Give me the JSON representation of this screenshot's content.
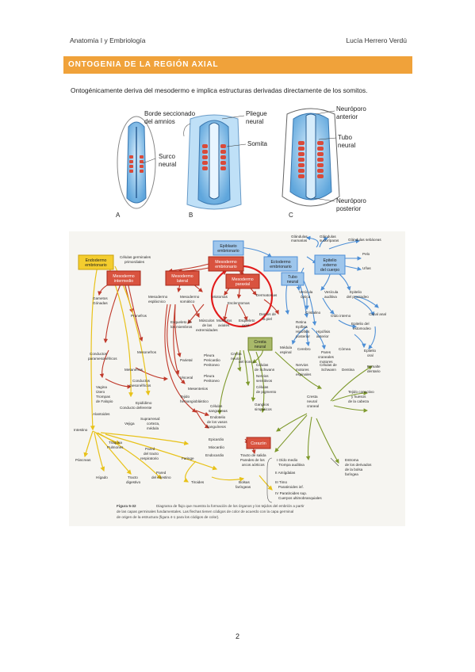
{
  "header": {
    "left": "Anatomía I y Embriología",
    "right": "Lucía Herrero Verdú"
  },
  "section_title": "ONTOGENIA DE LA REGIÓN AXIAL",
  "intro_text": "Ontogénicamente deriva del mesodermo e implica estructuras derivadas directamente de los somitos.",
  "embryo_figure": {
    "labels": {
      "borde": "Borde seccionado",
      "amnios": "del amnios",
      "pliegue": "Pliegue",
      "neural": "neural",
      "somita": "Somita",
      "surco": "Surco",
      "surco2": "neural",
      "neuroporo_ant": "Neuróporo",
      "anterior": "anterior",
      "tubo": "Tubo",
      "tubo2": "neural",
      "neuroporo_post": "Neuróporo",
      "posterior": "posterior",
      "panel_a": "A",
      "panel_b": "B",
      "panel_c": "C"
    }
  },
  "flowchart": {
    "nodes": {
      "epiblasto": "Epiblasto",
      "epiblasto2": "embrionario",
      "endodermo": "Endodermo",
      "endodermo2": "embrionario",
      "celulas_germ": "Células germinales",
      "celulas_germ2": "primordiales",
      "mesodermo_emb": "Mesodermo",
      "mesodermo_emb2": "embrionario",
      "ectodermo_emb": "Ectodermo",
      "ectodermo_emb2": "embrionario",
      "glandulas_mam": "Glándulas",
      "glandulas_mam2": "mamarias",
      "glandulas_sud": "Glándulas",
      "glandulas_sud2": "sudoríparas",
      "glandulas_seb": "Glándulas sebáceas",
      "epitelio_ext": "Epitelio",
      "epitelio_ext2": "externo",
      "epitelio_ext3": "del cuerpo",
      "pelo": "Pelo",
      "unas": "Uñas",
      "meso_inter": "Mesodermo",
      "meso_inter2": "intermedio",
      "meso_lat": "Mesodermo",
      "meso_lat2": "lateral",
      "meso_par": "Mesodermo",
      "meso_par2": "paraxial",
      "tubo_neural": "Tubo",
      "tubo_neural2": "neural",
      "gametos": "Gametos",
      "gonadas": "Gónadas",
      "meso_espl": "Mesodermo",
      "meso_espl2": "esplácnico",
      "meso_som": "Mesodermo",
      "meso_som2": "somático",
      "miotomas": "Miotomas",
      "esclerotomas": "Esclerotomas",
      "dermatomas": "Dermatomas",
      "dermis": "Dermis de",
      "dermis2": "la piel",
      "vesicula_opt": "Vesícula",
      "vesicula_opt2": "óptica",
      "vesicula_aud": "Vesícula",
      "vesicula_aud2": "auditiva",
      "epitelio_proc": "Epitelio",
      "epitelio_proc2": "del proctodeo",
      "oido": "Oído interno",
      "canal_anal": "Canal anal",
      "cristalino": "Cristalino",
      "retina": "Retina",
      "epifisis": "Epífisis",
      "hipofisis_post": "Hipófisis",
      "hipofisis_post2": "posterior",
      "hipofisis_ant": "Hipófisis",
      "hipofisis_ant2": "anterior",
      "epitelio_estom": "Epitelio del",
      "epitelio_estom2": "estomodeo",
      "pronefros": "Pronefros",
      "esqueleto_miem": "Esqueleto de",
      "esqueleto_miem2": "los miembros",
      "musculos_ext": "Músculos",
      "musculos_ext2": "de las",
      "musculos_ext3": "extremidades",
      "musculos_ax": "Músculos",
      "musculos_ax2": "axiales",
      "esqueleto_ax": "Esqueleto",
      "esqueleto_ax2": "axial",
      "cresta": "Cresta",
      "cresta2": "neural",
      "cerebro": "Cerebro",
      "medula": "Médula",
      "medula2": "espinal",
      "pares": "Pares",
      "pares2": "craneales",
      "pares3": "motores",
      "cornea": "Córnea",
      "epitelio_oral": "Epitelio",
      "epitelio_oral2": "oral",
      "conductos_param": "Conductos",
      "conductos_param2": "paramesonéfricos",
      "mesonefros": "Mesonefros",
      "metanefros": "Metanefros",
      "parietal": "Parietal",
      "pleura_par": "Pleura",
      "pericardio": "Pericardio",
      "peritoneo_par": "Peritoneo",
      "cresta_tronco": "Cresta",
      "cresta_tronco2": "neural",
      "cresta_tronco3": "del tronco",
      "cel_schwann": "Células",
      "cel_schwann2": "de Schwann",
      "nervios_motores": "Nervios",
      "nervios_motores2": "motores",
      "nervios_motores3": "espinales",
      "cel_schwann_b": "Células de",
      "cel_schwann_b2": "Schwann",
      "nervios_sens": "Nervios",
      "nervios_sens2": "sensitivos",
      "cel_pigmento": "Células",
      "cel_pigmento2": "de pigmento",
      "ganglios": "Ganglios",
      "ganglios2": "simpáticos",
      "visceral": "Visceral",
      "pleura_visc": "Pleura",
      "peritoneo_visc": "Peritoneo",
      "mesenterios": "Mesenterios",
      "vagina": "Vagina",
      "utero": "Útero",
      "trompas": "Trompas",
      "trompas2": "de Falopio",
      "conductos_meso": "Conductos",
      "conductos_meso2": "mesonéfricos",
      "epididimo": "Epidídimo",
      "conducto_def": "Conducto deferente",
      "alantoides": "Alantoides",
      "vejiga": "Vejiga",
      "suprarrenal": "Suprarrenal:",
      "suprarrenal2": "corteza,",
      "suprarrenal3": "médula",
      "tejido_hem": "Tejido",
      "tejido_hem2": "hemangioblástico",
      "cel_sang": "Células",
      "cel_sang2": "sanguíneas",
      "endotelio": "Endotelio",
      "endotelio2": "de los vasos",
      "endotelio3": "sanguíneos",
      "cresta_craneal": "Cresta",
      "cresta_craneal2": "neural",
      "cresta_craneal3": "craneal",
      "dentina": "Dentina",
      "esmalte": "Esmalte",
      "esmalte2": "dentario",
      "tejido_conectivo": "Tejido conectivo",
      "tejido_conectivo2": "y huesos",
      "tejido_conectivo3": "de la cabeza",
      "intestino": "Intestino",
      "traquea": "Tráquea",
      "pulmones": "Pulmones",
      "pared_resp": "Pared",
      "pared_resp2": "del tracto",
      "pared_resp3": "respiratorio",
      "faringe": "Faringe",
      "epicardio": "Epicardio",
      "miocardio": "Miocardio",
      "endocardio": "Endocardio",
      "corazon": "Corazón",
      "tracto_salida": "Tracto de salida",
      "paredes_arcos": "Paredes de los",
      "paredes_arcos2": "arcos aórticos",
      "pancreas": "Páncreas",
      "higado": "Hígado",
      "tracto_dig": "Tracto",
      "tracto_dig2": "digestivo",
      "pared_int": "Pared",
      "pared_int2": "del intestino",
      "tiroides": "Tiroides",
      "bolsas": "Bolsas",
      "bolsas2": "faríngeas",
      "oido_medio": "I Oído medio",
      "trompa_aud": "Trompa auditiva",
      "amigdalas": "II Amígdalas",
      "timo": "III Timo",
      "paratiroides_inf": "Paratiroides inf.",
      "paratiroides_sup": "IV Paratiroides sup.",
      "cuerpos": "Cuerpos ultimobranquiales",
      "estroma": "Estroma",
      "estroma2": "de los derivados",
      "estroma3": "de la bolsa",
      "estroma4": "faríngea"
    },
    "caption": {
      "label": "Figura 5-32",
      "line1": "Diagrama de flujo que muestra la formación de los órganos y los tejidos del embrión a partir",
      "line2": "de las capas germinales fundamentales. Las flechas tienen códigos de color de acuerdo con la capa germinal",
      "line3": "de origen de la estructura (figura 4-1 para los códigos de color)."
    },
    "colors": {
      "ectoderm": "#4d8fd6",
      "mesoderm": "#c0392b",
      "endoderm": "#e8c21a",
      "neural_crest": "#7f9a2e",
      "highlight": "#e21b1b"
    }
  },
  "page_number": "2"
}
